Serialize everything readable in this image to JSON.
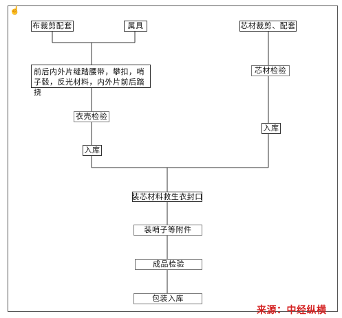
{
  "cursor_icon": "hand-pointer-icon",
  "nodes": {
    "fabric_cut": "布裁剪配套",
    "accessories": "属具",
    "sewing": "前后内外片缝踏腰带，攀扣，哨子毂，反光材料，内外片前后踏挠",
    "shell_inspect": "衣壳检验",
    "shell_store": "入库",
    "core_cut": "芯材裁剪、配套",
    "core_inspect": "芯材检验",
    "core_store": "入库",
    "assemble": "装芯材料救生衣封口",
    "whistle": "装哨子等附件",
    "final_inspect": "成品检验",
    "packing": "包装入库"
  },
  "source": "来源：中经纵横",
  "source_color": "#d42020"
}
